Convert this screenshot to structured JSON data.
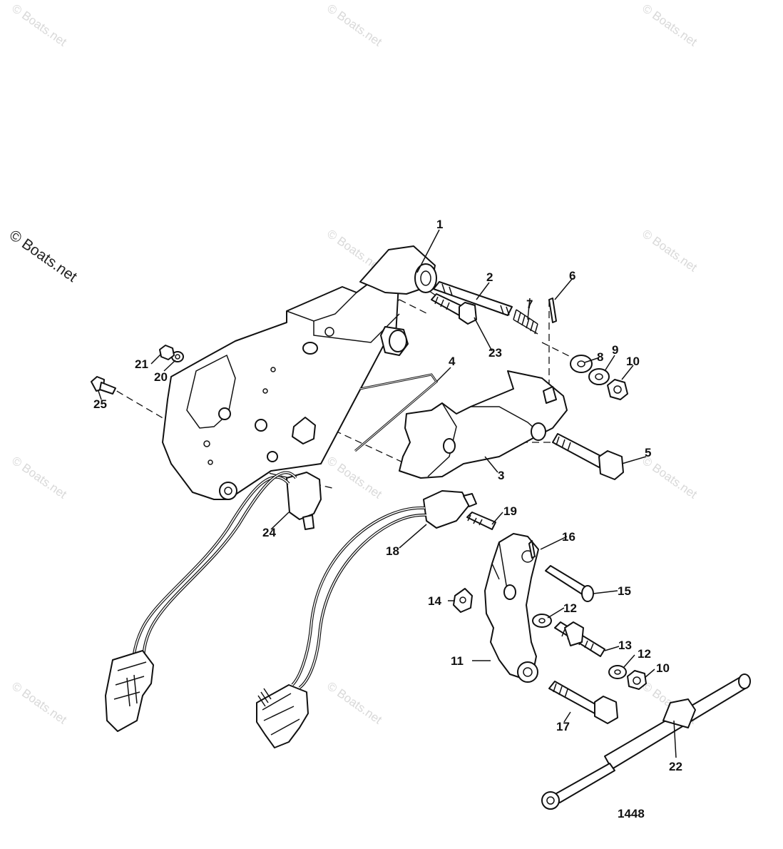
{
  "watermark": {
    "main": "© Boats.net",
    "faint": "© Boats.net"
  },
  "figure_id": "1448",
  "callouts": [
    "1",
    "2",
    "3",
    "4",
    "5",
    "6",
    "7",
    "8",
    "9",
    "10",
    "11",
    "12",
    "13",
    "12",
    "10",
    "14",
    "15",
    "16",
    "17",
    "18",
    "19",
    "20",
    "21",
    "22",
    "23",
    "24",
    "25"
  ],
  "colors": {
    "ink": "#111111",
    "watermark": "#d9d9d9",
    "background": "#ffffff"
  }
}
